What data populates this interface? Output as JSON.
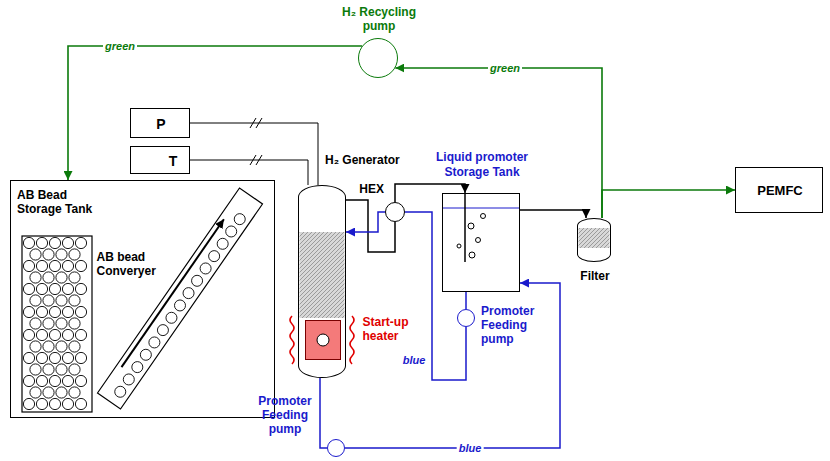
{
  "diagram": {
    "nodes": [
      {
        "text": [
          "H₂ Recycling pump"
        ]
      },
      {
        "text": [
          "P"
        ]
      },
      {
        "text": [
          "T"
        ]
      },
      {
        "text": [
          "AB Bead Storage Tank"
        ]
      },
      {
        "text": [
          "AB bead Converyer"
        ],
        "in": 3
      },
      {
        "text": [
          "H₂ Generator"
        ]
      },
      {
        "text": [
          "Start-up heater"
        ],
        "in": 5
      },
      {
        "text": [
          "HEX"
        ]
      },
      {
        "text": [
          "Liquid promoter Storage Tank"
        ]
      },
      {
        "text": [
          "PEMFC"
        ]
      },
      {
        "text": [
          "Filter"
        ]
      },
      {
        "text": [
          "Promoter Feeding pump"
        ]
      },
      {
        "text": [
          "Promoter Feeding pump"
        ]
      }
    ],
    "edges": [
      {
        "from": 0,
        "to": 3,
        "arrow": "to",
        "label": "green"
      },
      {
        "from": 10,
        "to": 0,
        "arrow": "to",
        "label": "green"
      },
      {
        "from": 10,
        "to": 9,
        "arrow": "to"
      },
      {
        "from": 1,
        "to": 5,
        "arrow": "none"
      },
      {
        "from": 2,
        "to": 5,
        "arrow": "none"
      },
      {
        "from": 5,
        "to": 7,
        "arrow": "none"
      },
      {
        "from": 7,
        "to": 8,
        "arrow": "to"
      },
      {
        "from": 8,
        "to": 10,
        "arrow": "to"
      },
      {
        "from": 8,
        "to": 11,
        "arrow": "none"
      },
      {
        "from": 11,
        "to": 7,
        "arrow": "none",
        "label": "blue"
      },
      {
        "from": 7,
        "to": 5,
        "arrow": "to"
      },
      {
        "from": 5,
        "to": 12,
        "arrow": "none"
      },
      {
        "from": 12,
        "to": 8,
        "arrow": "to",
        "label": "blue"
      }
    ]
  }
}
